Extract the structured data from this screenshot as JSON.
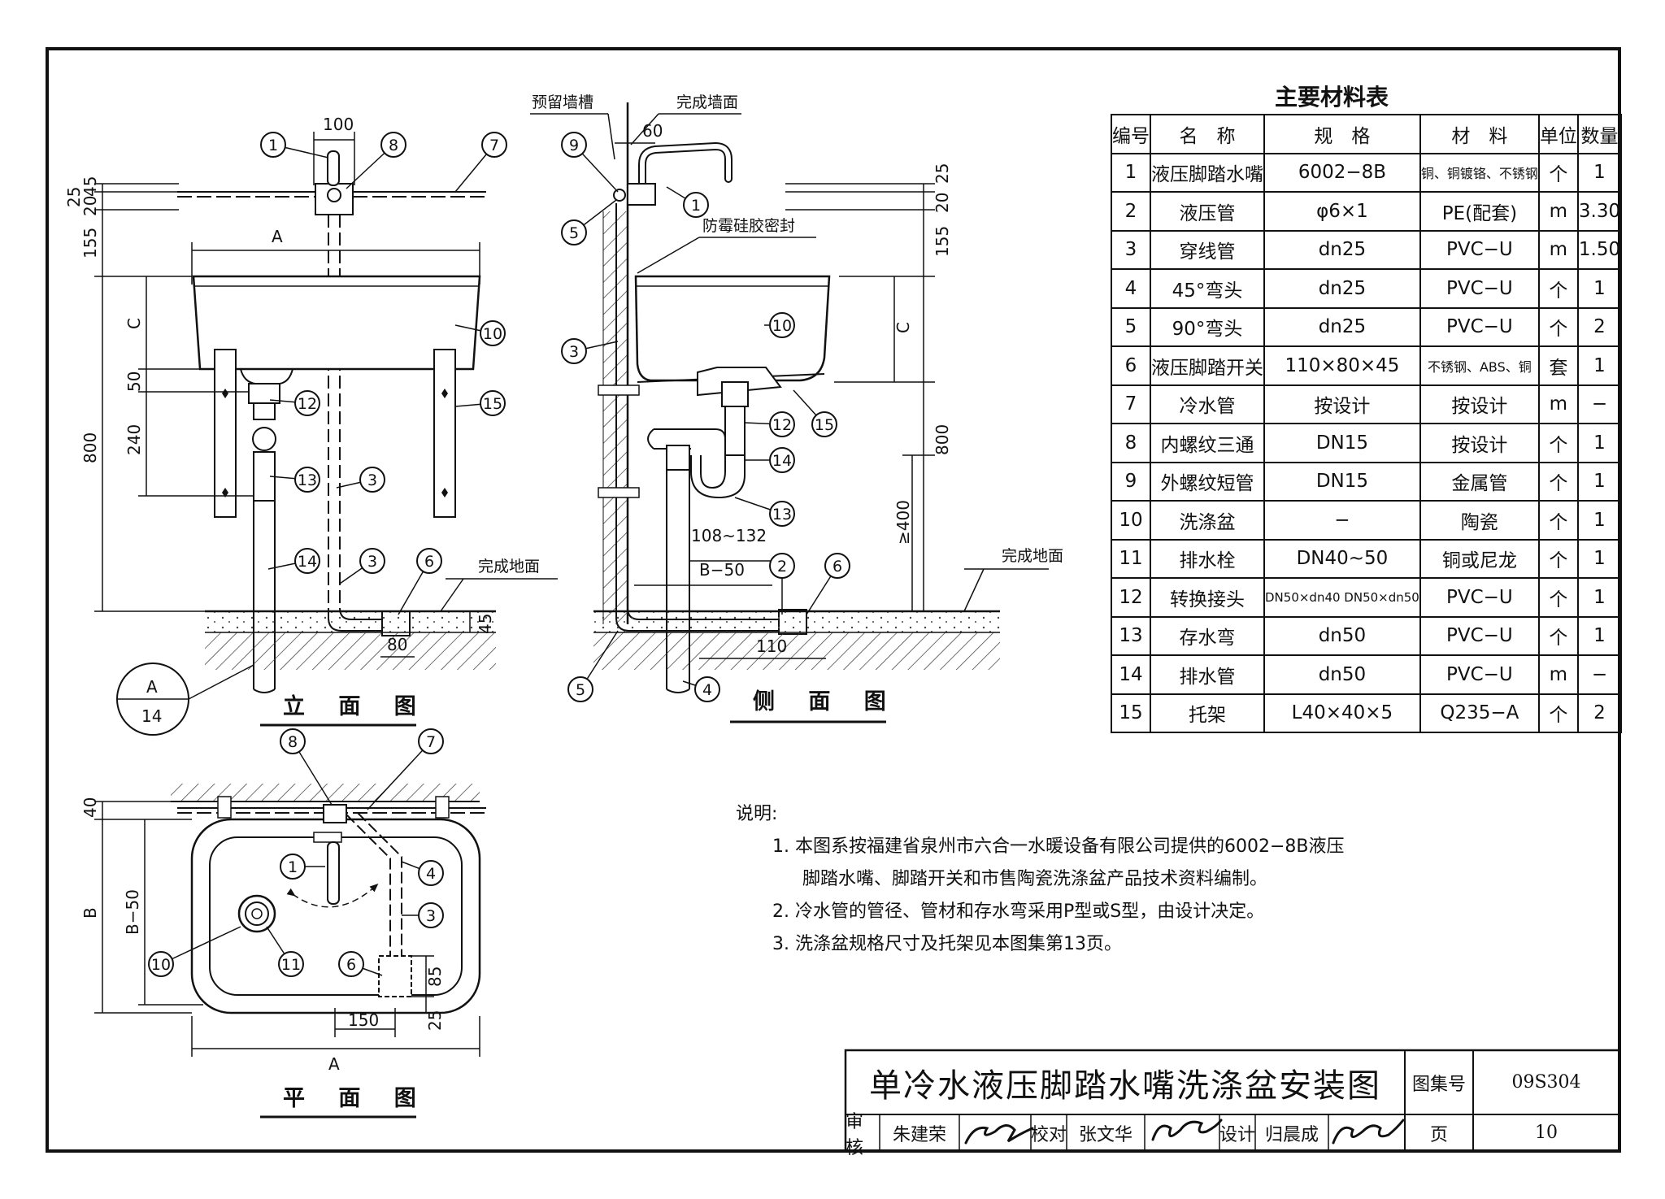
{
  "views": {
    "front_title": "立 面 图",
    "side_title": "侧 面 图",
    "plan_title": "平 面 图"
  },
  "front": {
    "dims": {
      "d100": "100",
      "d25": "25",
      "d45": "45",
      "d20": "20",
      "d155": "155",
      "A": "A",
      "C": "C",
      "d50": "50",
      "d240": "240",
      "d800": "800",
      "d80": "80",
      "d45b": "45"
    },
    "floor_label": "完成地面",
    "detail_ref": {
      "top": "A",
      "bottom": "14"
    },
    "callouts": [
      "1",
      "8",
      "7",
      "10",
      "12",
      "15",
      "13",
      "3",
      "14",
      "3",
      "6"
    ]
  },
  "side": {
    "dims": {
      "d60": "60",
      "d25": "25",
      "d20": "20",
      "d155": "155",
      "C": "C",
      "d800": "800",
      "ge400": "≥400",
      "d108_132": "108~132",
      "Bm50": "B−50",
      "d110": "110"
    },
    "labels": {
      "wall_slot": "预留墙槽",
      "finished_wall": "完成墙面",
      "sealant": "防霉硅胶密封",
      "floor": "完成地面"
    },
    "callouts": [
      "9",
      "1",
      "5",
      "3",
      "10",
      "12",
      "15",
      "14",
      "13",
      "2",
      "6",
      "5",
      "4"
    ]
  },
  "plan": {
    "dims": {
      "d40": "40",
      "B": "B",
      "Bm50": "B−50",
      "d85": "85",
      "d25": "25",
      "d150": "150",
      "A": "A"
    },
    "callouts": [
      "8",
      "7",
      "1",
      "4",
      "3",
      "10",
      "11",
      "6"
    ]
  },
  "materials": {
    "title": "主要材料表",
    "headers": [
      "编号",
      "名　称",
      "规　格",
      "材　料",
      "单位",
      "数量"
    ],
    "rows": [
      [
        "1",
        "液压脚踏水嘴",
        "6002−8B",
        "铜、铜镀铬、不锈钢",
        "个",
        "1"
      ],
      [
        "2",
        "液压管",
        "φ6×1",
        "PE(配套)",
        "m",
        "3.30"
      ],
      [
        "3",
        "穿线管",
        "dn25",
        "PVC−U",
        "m",
        "1.50"
      ],
      [
        "4",
        "45°弯头",
        "dn25",
        "PVC−U",
        "个",
        "1"
      ],
      [
        "5",
        "90°弯头",
        "dn25",
        "PVC−U",
        "个",
        "2"
      ],
      [
        "6",
        "液压脚踏开关",
        "110×80×45",
        "不锈钢、ABS、铜",
        "套",
        "1"
      ],
      [
        "7",
        "冷水管",
        "按设计",
        "按设计",
        "m",
        "−"
      ],
      [
        "8",
        "内螺纹三通",
        "DN15",
        "按设计",
        "个",
        "1"
      ],
      [
        "9",
        "外螺纹短管",
        "DN15",
        "金属管",
        "个",
        "1"
      ],
      [
        "10",
        "洗涤盆",
        "−",
        "陶瓷",
        "个",
        "1"
      ],
      [
        "11",
        "排水栓",
        "DN40~50",
        "铜或尼龙",
        "个",
        "1"
      ],
      [
        "12",
        "转换接头",
        "DN50×dn40 DN50×dn50",
        "PVC−U",
        "个",
        "1"
      ],
      [
        "13",
        "存水弯",
        "dn50",
        "PVC−U",
        "个",
        "1"
      ],
      [
        "14",
        "排水管",
        "dn50",
        "PVC−U",
        "m",
        "−"
      ],
      [
        "15",
        "托架",
        "L40×40×5",
        "Q235−A",
        "个",
        "2"
      ]
    ]
  },
  "notes": {
    "heading": "说明:",
    "items": [
      "1. 本图系按福建省泉州市六合一水暖设备有限公司提供的6002−8B液压",
      "脚踏水嘴、脚踏开关和市售陶瓷洗涤盆产品技术资料编制。",
      "2. 冷水管的管径、管材和存水弯采用P型或S型，由设计决定。",
      "3. 洗涤盆规格尺寸及托架见本图集第13页。"
    ]
  },
  "titleblock": {
    "title": "单冷水液压脚踏水嘴洗涤盆安装图",
    "atlas_label": "图集号",
    "atlas_no": "09S304",
    "page_label": "页",
    "page_no": "10",
    "review_label": "审核",
    "reviewer": "朱建荣",
    "check_label": "校对",
    "checker": "张文华",
    "design_label": "设计",
    "designer": "归晨成"
  }
}
